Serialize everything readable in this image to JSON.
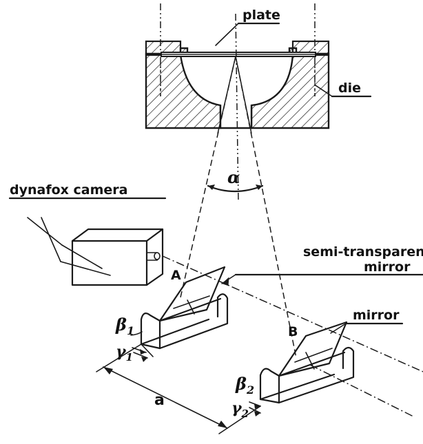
{
  "labels": {
    "plate": "plate",
    "die": "die",
    "alpha": "α",
    "camera": "dynafox camera",
    "semi_mirror_line1": "semi-transparent",
    "semi_mirror_line2": "mirror",
    "mirror": "mirror",
    "point_a": "A",
    "point_b": "B",
    "beta1": "β",
    "beta1_sub": "1",
    "gamma1": "γ",
    "gamma1_sub": "1",
    "beta2": "β",
    "beta2_sub": "2",
    "gamma2": "γ",
    "gamma2_sub": "2",
    "distance_a": "a"
  },
  "colors": {
    "ink": "#1a1a1a",
    "background": "#ffffff"
  }
}
